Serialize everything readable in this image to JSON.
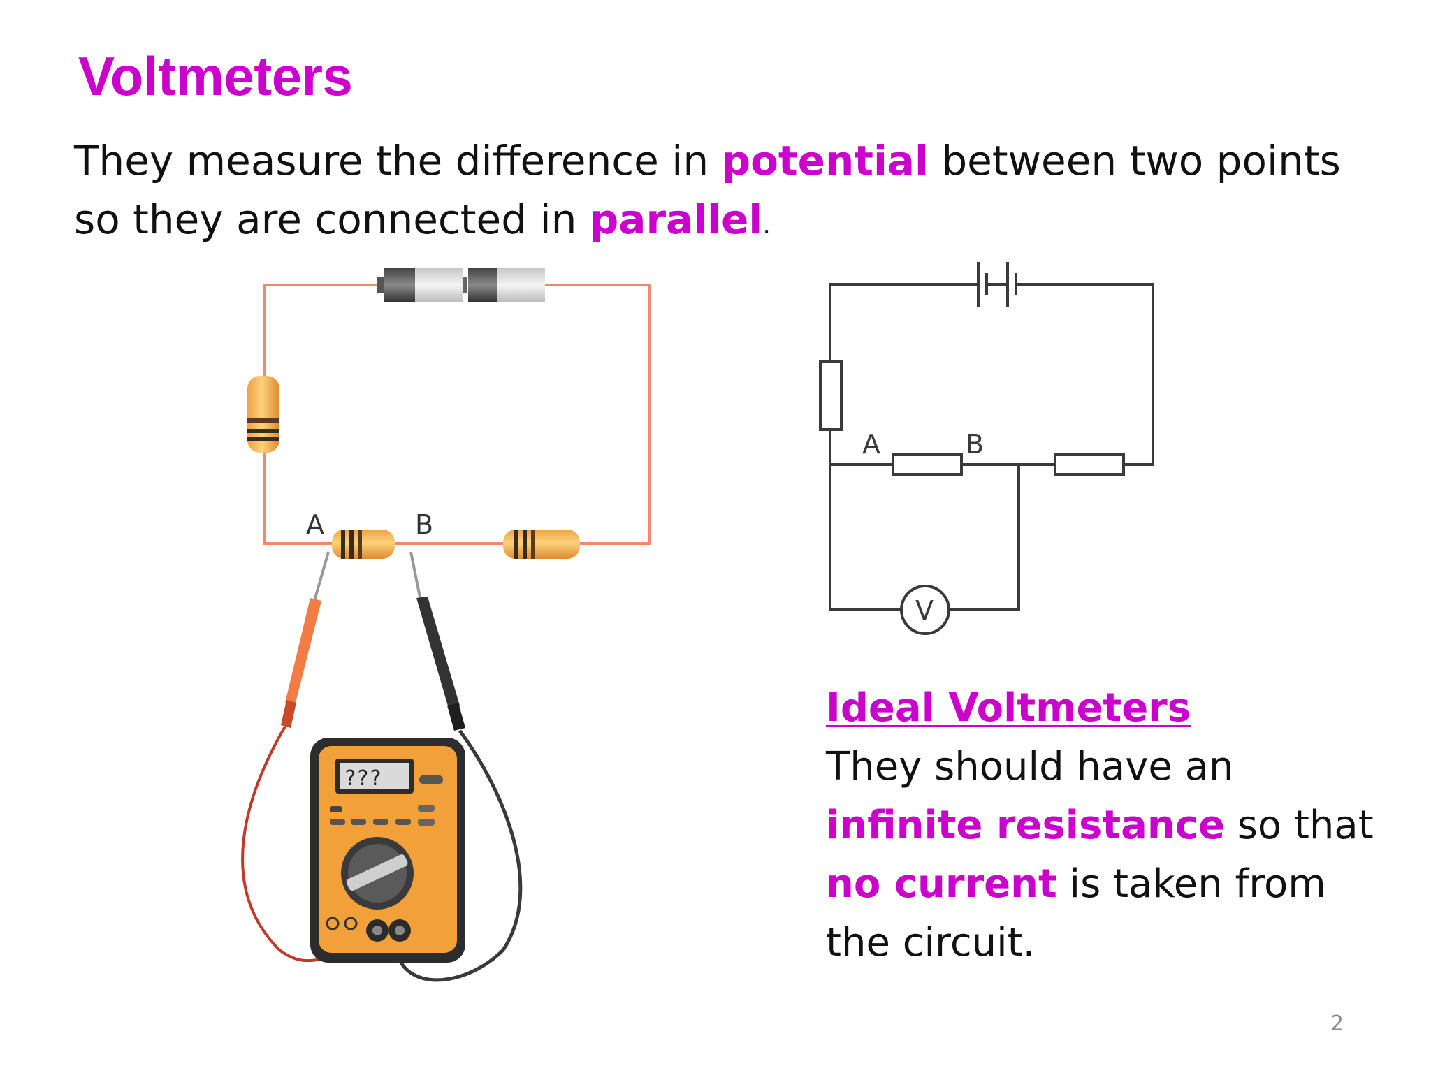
{
  "slide": {
    "title": "Voltmeters",
    "intro": {
      "part1": "They measure the difference in ",
      "kw1": "potential",
      "part2": " between two points so they are connected in ",
      "kw2": "parallel",
      "part3": "."
    },
    "ideal": {
      "heading": "Ideal Voltmeters",
      "line1": "They should have an",
      "kw1": "infinite resistance",
      "part2": " so that",
      "kw2": "no current",
      "part3": " is taken from",
      "line4": "the circuit."
    },
    "page_number": "2"
  },
  "photo_circuit": {
    "label_a": "A",
    "label_b": "B",
    "meter_display": "???"
  },
  "schematic": {
    "label_a": "A",
    "label_b": "B",
    "voltmeter_symbol": "V"
  },
  "colors": {
    "accent": "#cc00cc",
    "wire_photo": "#ef8a6f",
    "wire_schematic": "#3a3a3a",
    "meter_body": "#f2a03a"
  }
}
